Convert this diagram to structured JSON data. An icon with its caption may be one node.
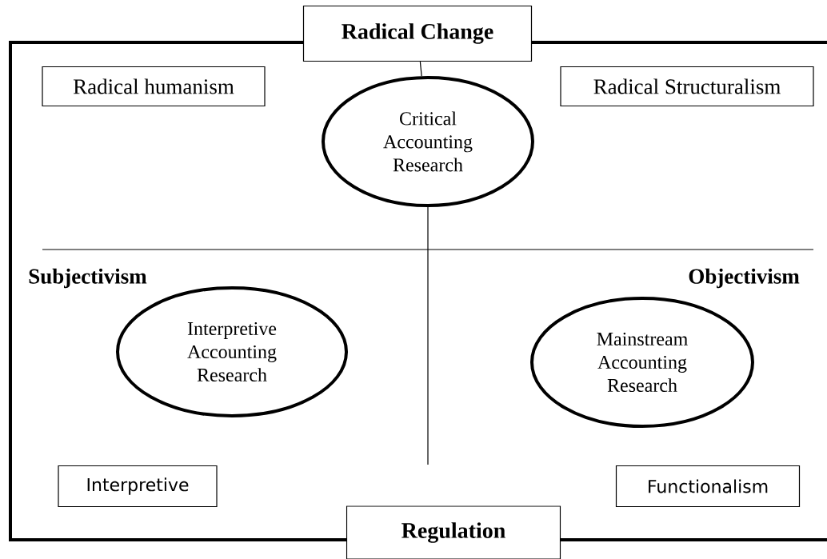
{
  "diagram": {
    "nodes": [
      {
        "text": [
          "Radical Change"
        ]
      },
      {
        "text": [
          "Radical humanism"
        ]
      },
      {
        "text": [
          "Radical Structuralism"
        ]
      },
      {
        "text": [
          "Critical Accounting Research"
        ]
      },
      {
        "text": [
          "Interpretive Accounting Research"
        ]
      },
      {
        "text": [
          "Mainstream Accounting Research"
        ]
      },
      {
        "text": [
          "Interpretive"
        ]
      },
      {
        "text": [
          "Functionalism"
        ]
      },
      {
        "text": [
          "Regulation"
        ]
      }
    ],
    "edges": [
      {
        "from": 0,
        "to": 3,
        "arrow": "none"
      },
      {
        "from": 3,
        "to": null,
        "arrow": "none"
      }
    ],
    "labels": [
      "Subjectivism",
      "Objectivism"
    ]
  }
}
